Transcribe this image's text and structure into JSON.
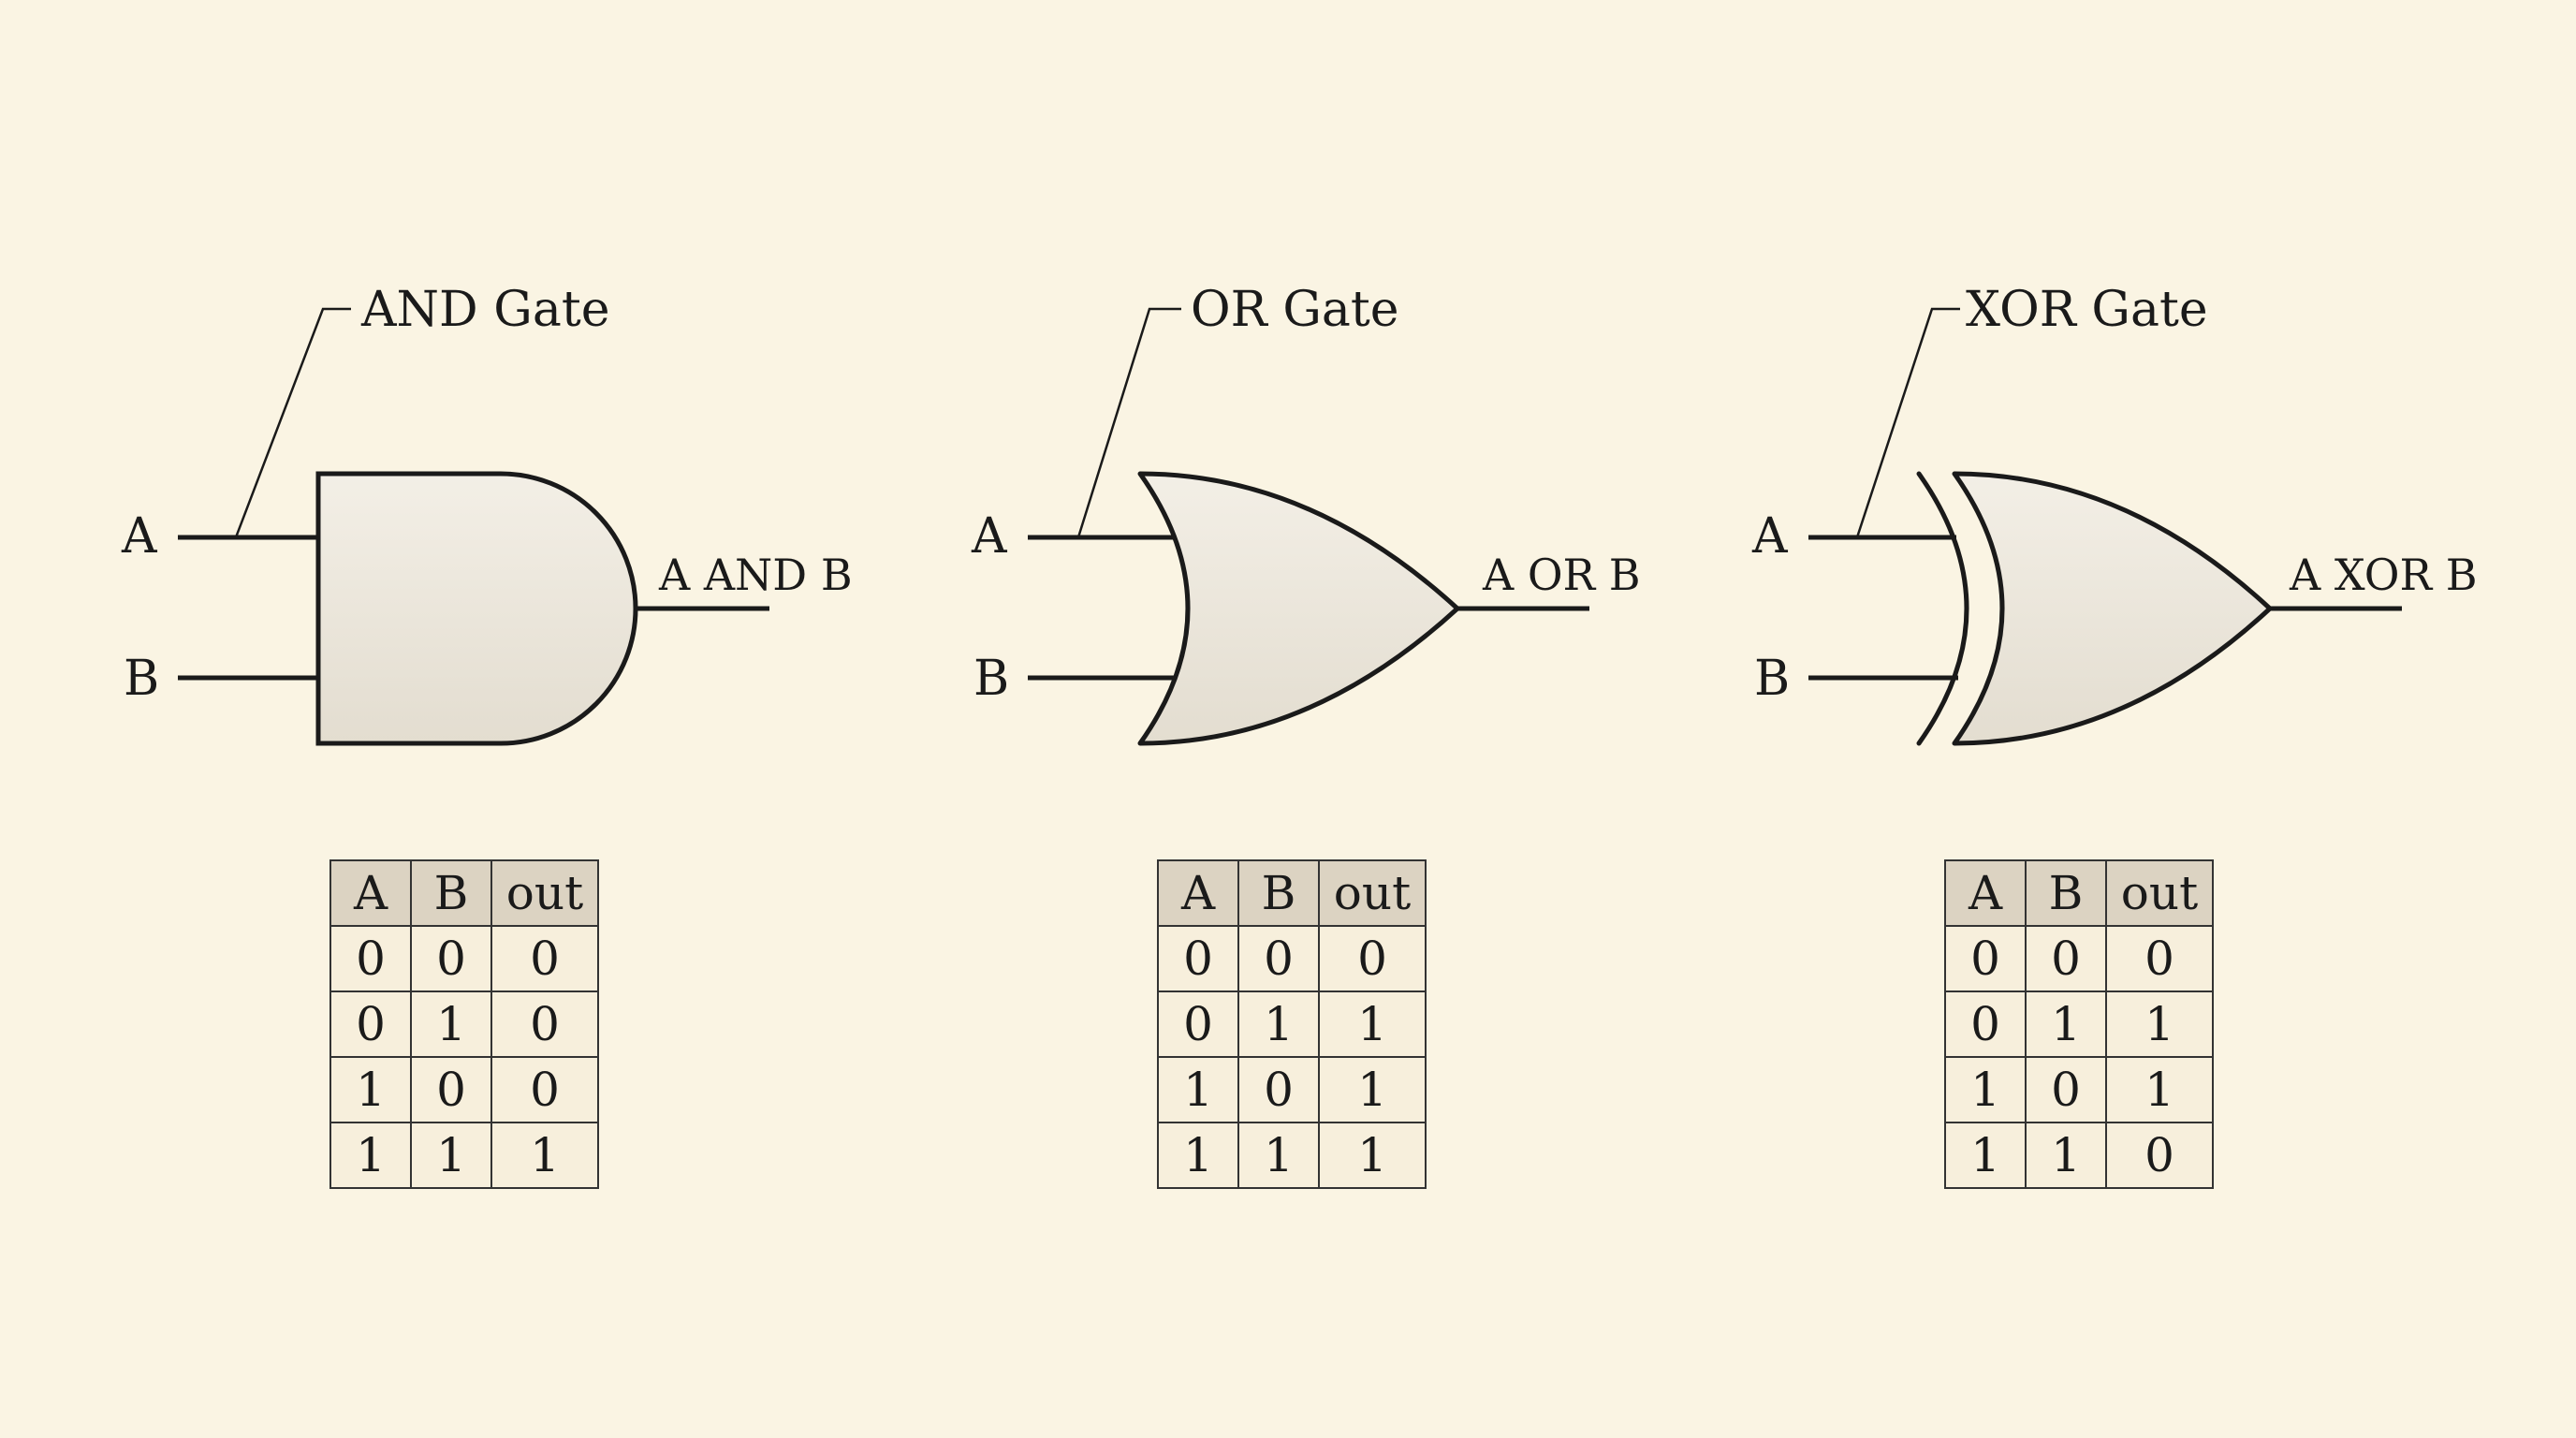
{
  "gates": [
    {
      "kind": "and",
      "title": "AND Gate",
      "input_a": "A",
      "input_b": "B",
      "output": "A AND B",
      "table": {
        "headers": [
          "A",
          "B",
          "out"
        ],
        "rows": [
          [
            "0",
            "0",
            "0"
          ],
          [
            "0",
            "1",
            "0"
          ],
          [
            "1",
            "0",
            "0"
          ],
          [
            "1",
            "1",
            "1"
          ]
        ]
      }
    },
    {
      "kind": "or",
      "title": "OR Gate",
      "input_a": "A",
      "input_b": "B",
      "output": "A OR B",
      "table": {
        "headers": [
          "A",
          "B",
          "out"
        ],
        "rows": [
          [
            "0",
            "0",
            "0"
          ],
          [
            "0",
            "1",
            "1"
          ],
          [
            "1",
            "0",
            "1"
          ],
          [
            "1",
            "1",
            "1"
          ]
        ]
      }
    },
    {
      "kind": "xor",
      "title": "XOR Gate",
      "input_a": "A",
      "input_b": "B",
      "output": "A XOR B",
      "table": {
        "headers": [
          "A",
          "B",
          "out"
        ],
        "rows": [
          [
            "0",
            "0",
            "0"
          ],
          [
            "0",
            "1",
            "1"
          ],
          [
            "1",
            "0",
            "1"
          ],
          [
            "1",
            "1",
            "0"
          ]
        ]
      }
    }
  ],
  "colors": {
    "background": "#faf4e3",
    "gate_fill": "#ebe6da",
    "stroke": "#1a1a1a",
    "table_header": "#dcd3c2"
  }
}
